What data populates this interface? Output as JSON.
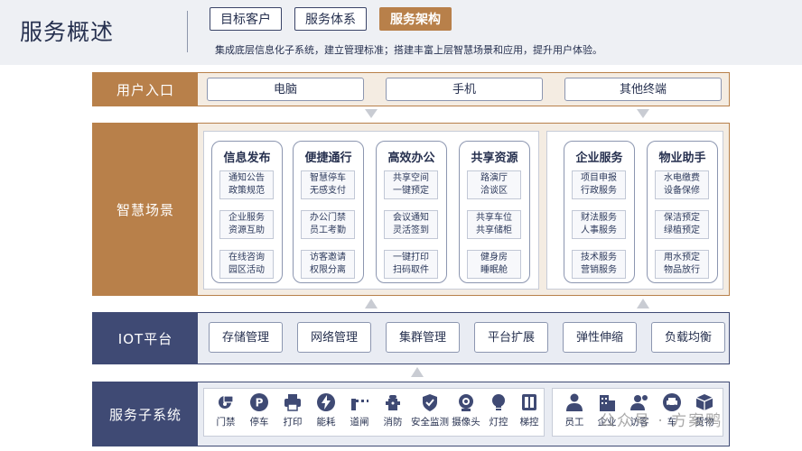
{
  "header": {
    "title": "服务概述",
    "tabs": [
      {
        "label": "目标客户",
        "active": false
      },
      {
        "label": "服务体系",
        "active": false
      },
      {
        "label": "服务架构",
        "active": true
      }
    ],
    "subtitle": "集成底层信息化子系统，建立管理标准；搭建丰富上层智慧场景和应用，提升用户体验。"
  },
  "colors": {
    "accent_brown": "#b8804a",
    "accent_navy": "#3f4a74"
  },
  "user_entry": {
    "label": "用户入口",
    "items": [
      "电脑",
      "手机",
      "其他终端"
    ]
  },
  "smart_scene": {
    "label": "智慧场景",
    "columns": [
      {
        "title": "信息发布",
        "items": [
          [
            "通知公告",
            "政策规范"
          ],
          [
            "企业服务",
            "资源互助"
          ],
          [
            "在线咨询",
            "园区活动"
          ]
        ]
      },
      {
        "title": "便捷通行",
        "items": [
          [
            "智慧停车",
            "无感支付"
          ],
          [
            "办公门禁",
            "员工考勤"
          ],
          [
            "访客邀请",
            "权限分离"
          ]
        ]
      },
      {
        "title": "高效办公",
        "items": [
          [
            "共享空间",
            "一键预定"
          ],
          [
            "会议通知",
            "灵活签到"
          ],
          [
            "一键打印",
            "扫码取件"
          ]
        ]
      },
      {
        "title": "共享资源",
        "items": [
          [
            "路演厅",
            "洽谈区"
          ],
          [
            "共享车位",
            "共享储柜"
          ],
          [
            "健身房",
            "睡眠舱"
          ]
        ]
      },
      {
        "title": "企业服务",
        "items": [
          [
            "项目申报",
            "行政服务"
          ],
          [
            "财法服务",
            "人事服务"
          ],
          [
            "技术服务",
            "营销服务"
          ]
        ]
      },
      {
        "title": "物业助手",
        "items": [
          [
            "水电缴费",
            "设备保修"
          ],
          [
            "保洁预定",
            "绿植预定"
          ],
          [
            "用水预定",
            "物品放行"
          ]
        ]
      }
    ]
  },
  "iot": {
    "label": "IOT平台",
    "items": [
      "存储管理",
      "网络管理",
      "集群管理",
      "平台扩展",
      "弹性伸缩",
      "负载均衡"
    ]
  },
  "subsystems": {
    "label": "服务子系统",
    "group_a": [
      {
        "label": "门禁",
        "icon": "access-control-icon"
      },
      {
        "label": "停车",
        "icon": "parking-icon"
      },
      {
        "label": "打印",
        "icon": "printer-icon"
      },
      {
        "label": "能耗",
        "icon": "energy-icon"
      },
      {
        "label": "道闸",
        "icon": "barrier-gate-icon"
      },
      {
        "label": "消防",
        "icon": "fire-hydrant-icon"
      },
      {
        "label": "安全监测",
        "icon": "shield-icon"
      },
      {
        "label": "摄像头",
        "icon": "camera-icon"
      },
      {
        "label": "灯控",
        "icon": "light-bulb-icon"
      },
      {
        "label": "梯控",
        "icon": "elevator-icon"
      }
    ],
    "group_b": [
      {
        "label": "员工",
        "icon": "employee-icon"
      },
      {
        "label": "企业",
        "icon": "building-icon"
      },
      {
        "label": "访客",
        "icon": "visitor-icon"
      },
      {
        "label": "车",
        "icon": "car-icon"
      },
      {
        "label": "货物",
        "icon": "cargo-box-icon"
      }
    ]
  },
  "watermark": "公众号 · 方案鸭"
}
